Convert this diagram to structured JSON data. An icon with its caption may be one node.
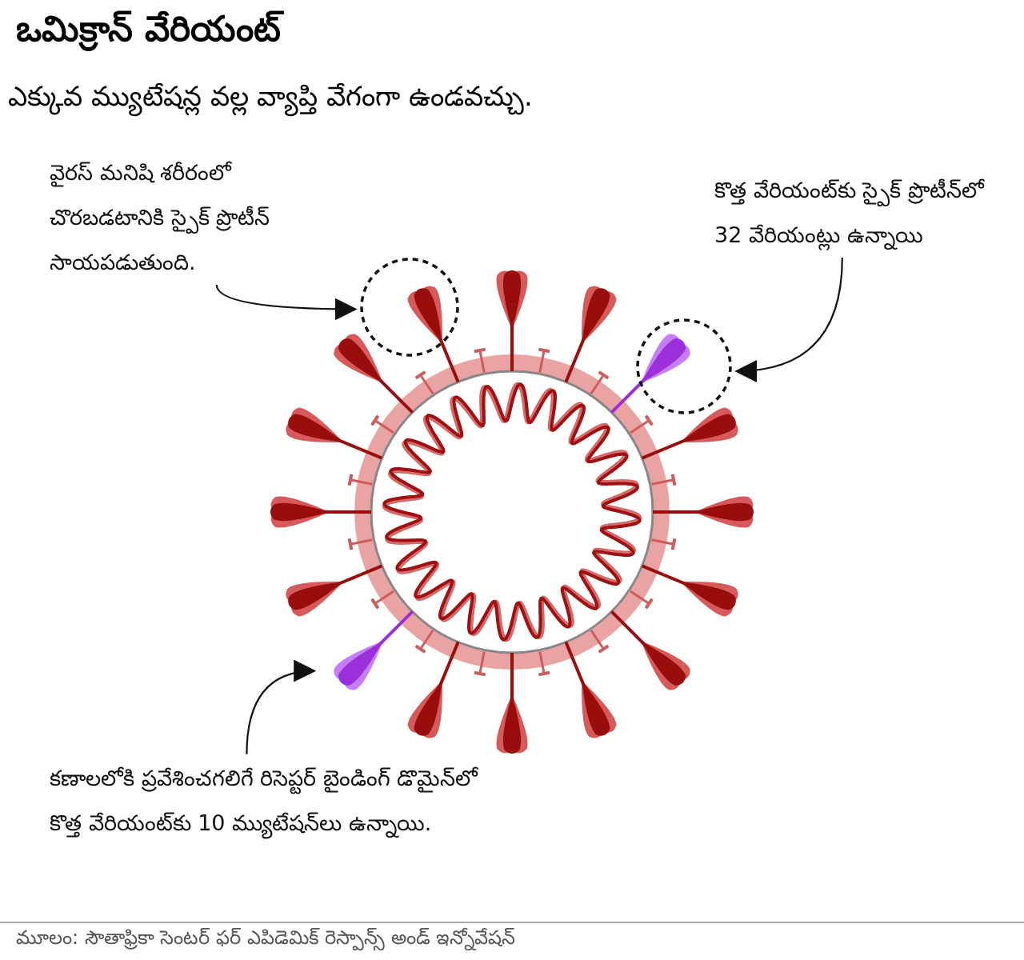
{
  "diagram": {
    "title": "ఒమిక్రాన్ వేరియంట్",
    "caption": "మూలం: సౌతాఫ్రికా సెంటర్ ఫర్ ఎపిడెమిక్ రెస్పాన్స్ అండ్ ఇన్నోవేషన్",
    "nodes": [
      {
        "text": [
          "వైరస్ మనిషి శరీరంలో చొరబడటానికి స్పైక్ ప్రొటీన్ సాయపడుతుంది."
        ]
      },
      {
        "text": [],
        "shape": "circle"
      },
      {
        "text": [
          "కొత్త వేరియంట్‌కు స్పైక్ ప్రొటీన్‌లో 32 వేరియంట్లు ఉన్నాయి"
        ]
      },
      {
        "text": [],
        "shape": "circle"
      },
      {
        "text": [
          "కణాలలోకి ప్రవేశించగలిగే రిసెప్టర్ బైండింగ్ డొమైన్‌లో కొత్త వేరియంట్‌కు 10 మ్యుటేషన్‌లు ఉన్నాయి."
        ]
      },
      {
        "text": [],
        "shape": "picture"
      }
    ],
    "edges": [
      {
        "from": 0,
        "to": 1,
        "arrow": "to"
      },
      {
        "from": 2,
        "to": 3,
        "arrow": "to"
      },
      {
        "from": 4,
        "to": 5,
        "arrow": "to"
      }
    ],
    "labels": [
      "ఎక్కువ మ్యుటేషన్ల వల్ల వ్యాప్తి వేగంగా ఉండవచ్చు."
    ]
  }
}
